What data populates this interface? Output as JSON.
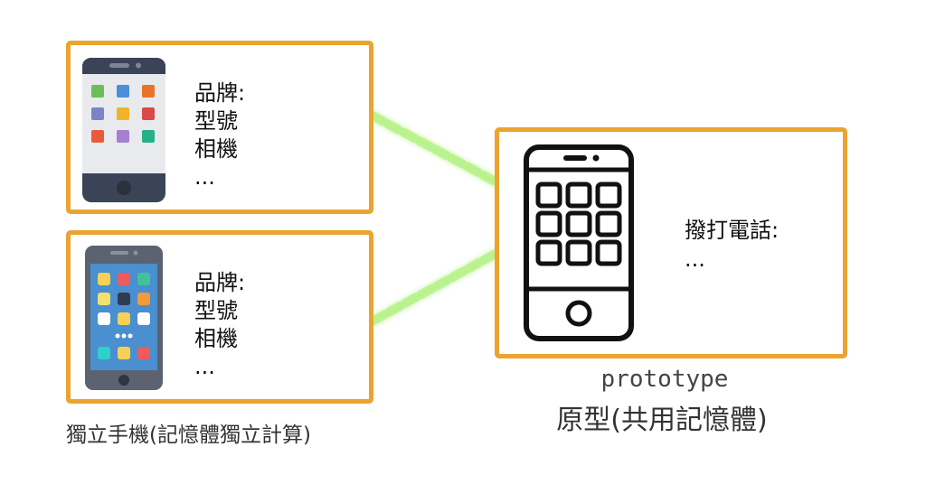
{
  "independent_phone": {
    "specs": [
      "品牌:",
      "型號",
      "相機",
      "..."
    ]
  },
  "independent_phone_2": {
    "specs": [
      "品牌:",
      "型號",
      "相機",
      "..."
    ]
  },
  "prototype_phone": {
    "methods": [
      "撥打電話:",
      "..."
    ]
  },
  "captions": {
    "left": "獨立手機(記憶體獨立計算)",
    "prototype_en": "prototype",
    "prototype_zh": "原型(共用記憶體)"
  },
  "colors": {
    "card_border": "#eaa42f",
    "link_glow": "#9be96a"
  }
}
